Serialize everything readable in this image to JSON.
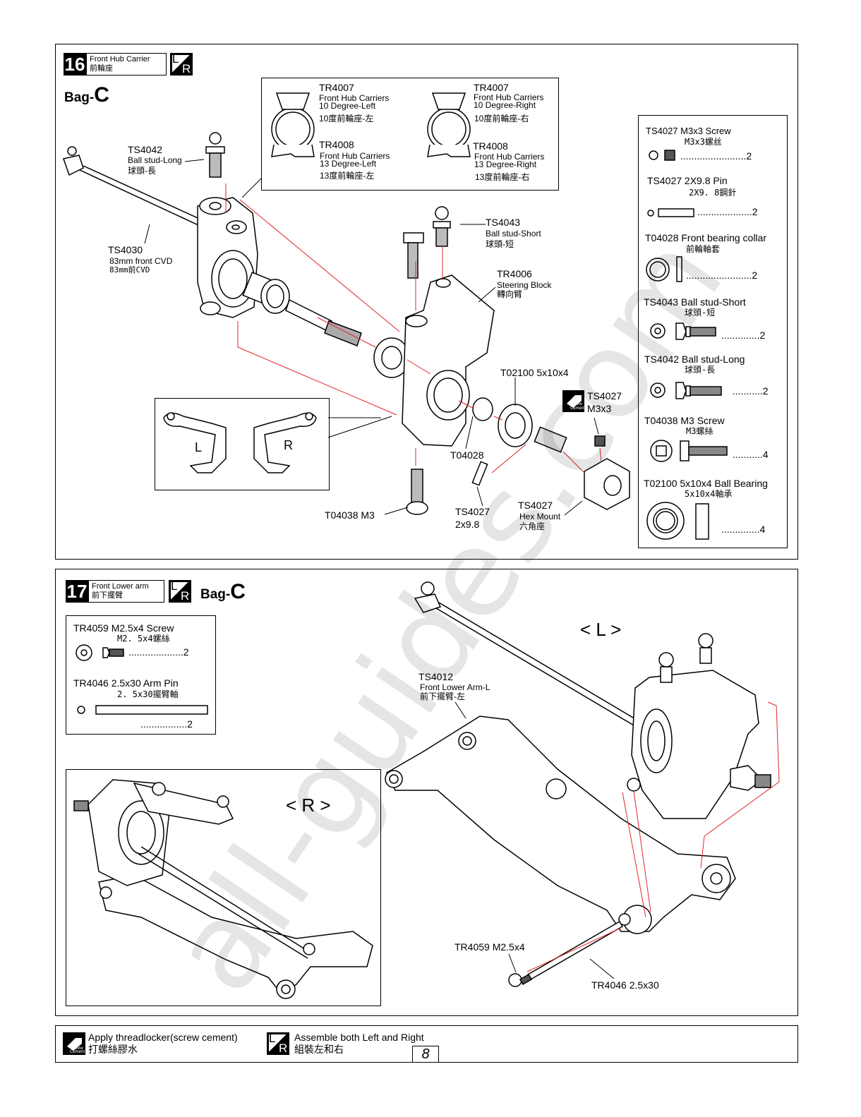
{
  "step16": {
    "number": "16",
    "title_en": "Front Hub Carrier",
    "title_cn": "前輪座",
    "bag_prefix": "Bag-",
    "bag_letter": "C",
    "carriers": [
      {
        "code": "TR4007",
        "en1": "Front Hub Carriers",
        "en2": "10 Degree-Left",
        "cn": "10度前輪座-左"
      },
      {
        "code": "TR4008",
        "en1": "Front Hub Carriers",
        "en2": "13 Degree-Left",
        "cn": "13度前輪座-左"
      },
      {
        "code": "TR4007",
        "en1": "Front Hub Carriers",
        "en2": "10 Degree-Right",
        "cn": "10度前輪座-右"
      },
      {
        "code": "TR4008",
        "en1": "Front Hub Carriers",
        "en2": "13 Degree-Right",
        "cn": "13度前輪座-右"
      }
    ],
    "callouts": {
      "ts4042": {
        "code": "TS4042",
        "en": "Ball stud-Long",
        "cn": "球頭-長"
      },
      "ts4030": {
        "code": "TS4030",
        "en": "83mm front CVD",
        "cn": "83mm前CVD"
      },
      "ts4043": {
        "code": "TS4043",
        "en": "Ball stud-Short",
        "cn": "球頭-短"
      },
      "tr4006": {
        "code": "TR4006",
        "en": "Steering Block",
        "cn": "轉向臂"
      },
      "t02100": {
        "text": "T02100 5x10x4"
      },
      "ts4027_m3": {
        "code": "TS4027",
        "en": "M3x3"
      },
      "t04028": {
        "text": "T04028"
      },
      "t04038": {
        "text": "T04038  M3"
      },
      "ts4027_pin": {
        "code": "TS4027",
        "en": "2x9.8"
      },
      "ts4027_hex": {
        "code": "TS4027",
        "en": "Hex Mount",
        "cn": "六角座"
      },
      "left": "L",
      "right": "R"
    },
    "parts": [
      {
        "en": "TS4027 M3x3 Screw",
        "cn": "M3x3螺丝",
        "qty": "........................2"
      },
      {
        "en": "TS4027 2X9.8  Pin",
        "cn": "2X9. 8鋼針",
        "qty": "....................2"
      },
      {
        "en": "T04028 Front bearing collar",
        "cn": "前輪軸套",
        "qty": "........................2"
      },
      {
        "en": "TS4043 Ball stud-Short",
        "cn": "球頭-短",
        "qty": "..............2"
      },
      {
        "en": "TS4042 Ball stud-Long",
        "cn": "球頭-長",
        "qty": "...........2"
      },
      {
        "en": "T04038 M3 Screw",
        "cn": "M3螺絲",
        "qty": "...........4"
      },
      {
        "en": "T02100 5x10x4 Ball Bearing",
        "cn": "5x10x4軸承",
        "qty": "..............4"
      }
    ]
  },
  "step17": {
    "number": "17",
    "title_en": "Front Lower arm",
    "title_cn": "前下擺臂",
    "bag_prefix": "Bag-",
    "bag_letter": "C",
    "parts": [
      {
        "en": "TR4059  M2.5x4 Screw",
        "cn": "M2. 5x4螺絲",
        "qty": "....................2"
      },
      {
        "en": "TR4046  2.5x30 Arm Pin",
        "cn": "2. 5x30擺臂軸",
        "qty": ".................2"
      }
    ],
    "view_left": "< L >",
    "view_right": "< R >",
    "callouts": {
      "ts4012": {
        "code": "TS4012",
        "en": "Front Lower Arm-L",
        "cn": "前下擺臂-左"
      },
      "tr4059": {
        "text": "TR4059 M2.5x4"
      },
      "tr4046": {
        "text": "TR4046 2.5x30"
      }
    }
  },
  "legend": {
    "threadlock_en": "Apply threadlocker(screw cement)",
    "threadlock_cn": "打螺絲膠水",
    "lr_en": "Assemble both Left and Right",
    "lr_cn": "組裝左和右",
    "screw_icon_text1": "Screw",
    "screw_icon_text2": "Cement",
    "lr_l": "L",
    "lr_r": "R"
  },
  "page_number": "8",
  "watermark": "all-guides.com",
  "colors": {
    "accent_line": "#e0252a"
  }
}
